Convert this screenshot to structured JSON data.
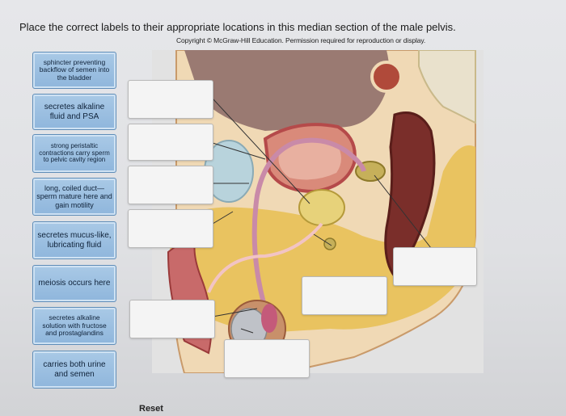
{
  "instructions": "Place the correct labels to their appropriate locations in this median section of the male pelvis.",
  "copyright": "Copyright © McGraw-Hill Education. Permission required for reproduction or display.",
  "labels": [
    "sphincter preventing backflow of semen into the bladder",
    "secretes alkaline fluid and PSA",
    "strong peristaltic contractions carry sperm to pelvic cavity region",
    "long, coiled duct—sperm mature here and gain motility",
    "secretes mucus-like, lubricating fluid",
    "meiosis occurs here",
    "secretes alkaline solution with fructose and prostaglandins",
    "carries both urine and semen"
  ],
  "drop_targets_count": 8,
  "reset_label": "Reset",
  "colors": {
    "tile_fill": "#9cc0e1",
    "tile_border": "#5f8db8",
    "fat_yellow": "#e8c056",
    "tissue_pink": "#d98a8a",
    "muscle_red": "#b54a4a",
    "bladder_wall": "#c9605e"
  }
}
